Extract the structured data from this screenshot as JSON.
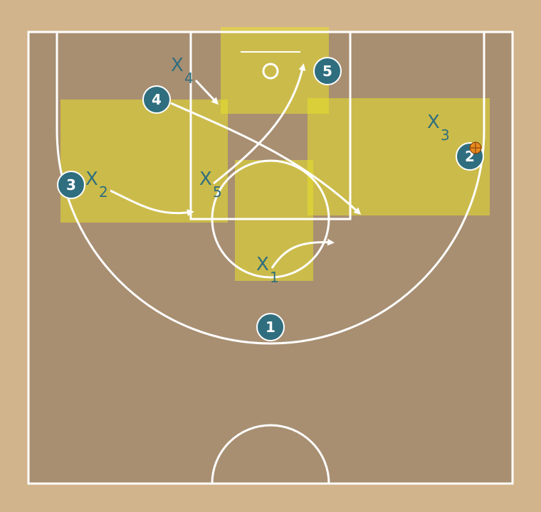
{
  "colors": {
    "floor_outer": "#d2b48c",
    "floor_inner": "#a88f72",
    "lines": "#ffffff",
    "zone": "#e8e02a",
    "player": "#2f6e7e",
    "player_stroke": "#ffffff",
    "ball": "#e8891e"
  },
  "offense": [
    {
      "id": "player-1",
      "label": "1",
      "has_ball": false
    },
    {
      "id": "player-2",
      "label": "2",
      "has_ball": true
    },
    {
      "id": "player-3",
      "label": "3",
      "has_ball": false
    },
    {
      "id": "player-4",
      "label": "4",
      "has_ball": false
    },
    {
      "id": "player-5",
      "label": "5",
      "has_ball": false
    }
  ],
  "defense": [
    {
      "id": "defender-1",
      "letter": "X",
      "number": "1"
    },
    {
      "id": "defender-2",
      "letter": "X",
      "number": "2"
    },
    {
      "id": "defender-3",
      "letter": "X",
      "number": "3"
    },
    {
      "id": "defender-4",
      "letter": "X",
      "number": "4"
    },
    {
      "id": "defender-5",
      "letter": "X",
      "number": "5"
    }
  ]
}
